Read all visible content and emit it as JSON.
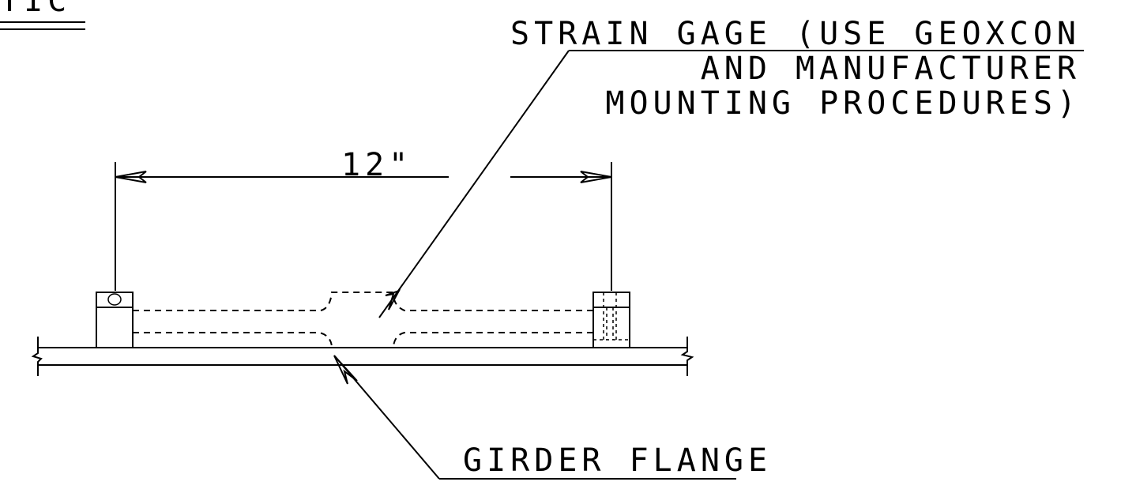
{
  "title_fragment": "TIC",
  "callouts": {
    "strain_gage": {
      "line1": "STRAIN GAGE (USE GEOXCON",
      "line2": "AND MANUFACTURER",
      "line3": "MOUNTING PROCEDURES)"
    },
    "girder_flange": "GIRDER FLANGE"
  },
  "dimension": {
    "label": "12\""
  }
}
